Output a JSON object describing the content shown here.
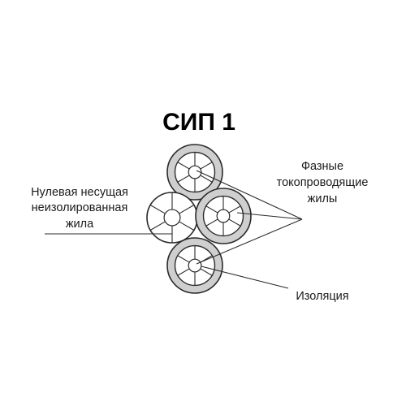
{
  "title": "СИП 1",
  "labels": {
    "neutral": [
      "Нулевая несущая",
      "неизолированная",
      "жила"
    ],
    "phase": [
      "Фазные",
      "токопроводящие",
      "жилы"
    ],
    "insulation": [
      "Изоляция"
    ]
  },
  "colors": {
    "ink": "#2a2a2a",
    "insulation_fill": "#cfcfcf",
    "conductor_fill": "#ffffff",
    "background": "#ffffff"
  }
}
